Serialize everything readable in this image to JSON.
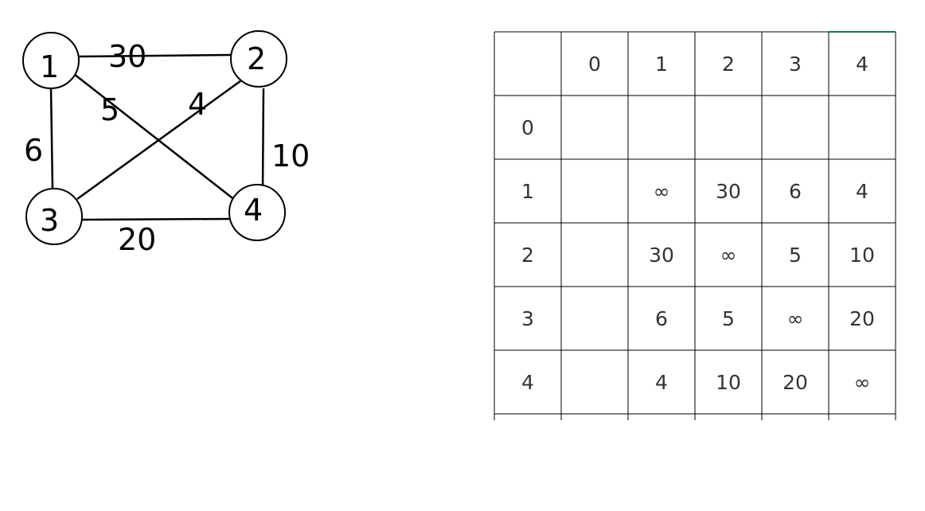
{
  "graph": {
    "nodes": [
      {
        "id": "1",
        "label": "1"
      },
      {
        "id": "2",
        "label": "2"
      },
      {
        "id": "3",
        "label": "3"
      },
      {
        "id": "4",
        "label": "4"
      }
    ],
    "edges": [
      {
        "from": "1",
        "to": "2",
        "weight": "30"
      },
      {
        "from": "1",
        "to": "4",
        "weight": "5"
      },
      {
        "from": "2",
        "to": "3",
        "weight": "4"
      },
      {
        "from": "1",
        "to": "3",
        "weight": "6"
      },
      {
        "from": "2",
        "to": "4",
        "weight": "10"
      },
      {
        "from": "3",
        "to": "4",
        "weight": "20"
      }
    ]
  },
  "matrix": {
    "header": [
      "",
      "0",
      "1",
      "2",
      "3",
      "4"
    ],
    "rows": [
      [
        "0",
        "",
        "",
        "",
        "",
        ""
      ],
      [
        "1",
        "",
        "∞",
        "30",
        "6",
        "4"
      ],
      [
        "2",
        "",
        "30",
        "∞",
        "5",
        "10"
      ],
      [
        "3",
        "",
        "6",
        "5",
        "∞",
        "20"
      ],
      [
        "4",
        "",
        "4",
        "10",
        "20",
        "∞"
      ]
    ],
    "accent_color": "#217346"
  }
}
